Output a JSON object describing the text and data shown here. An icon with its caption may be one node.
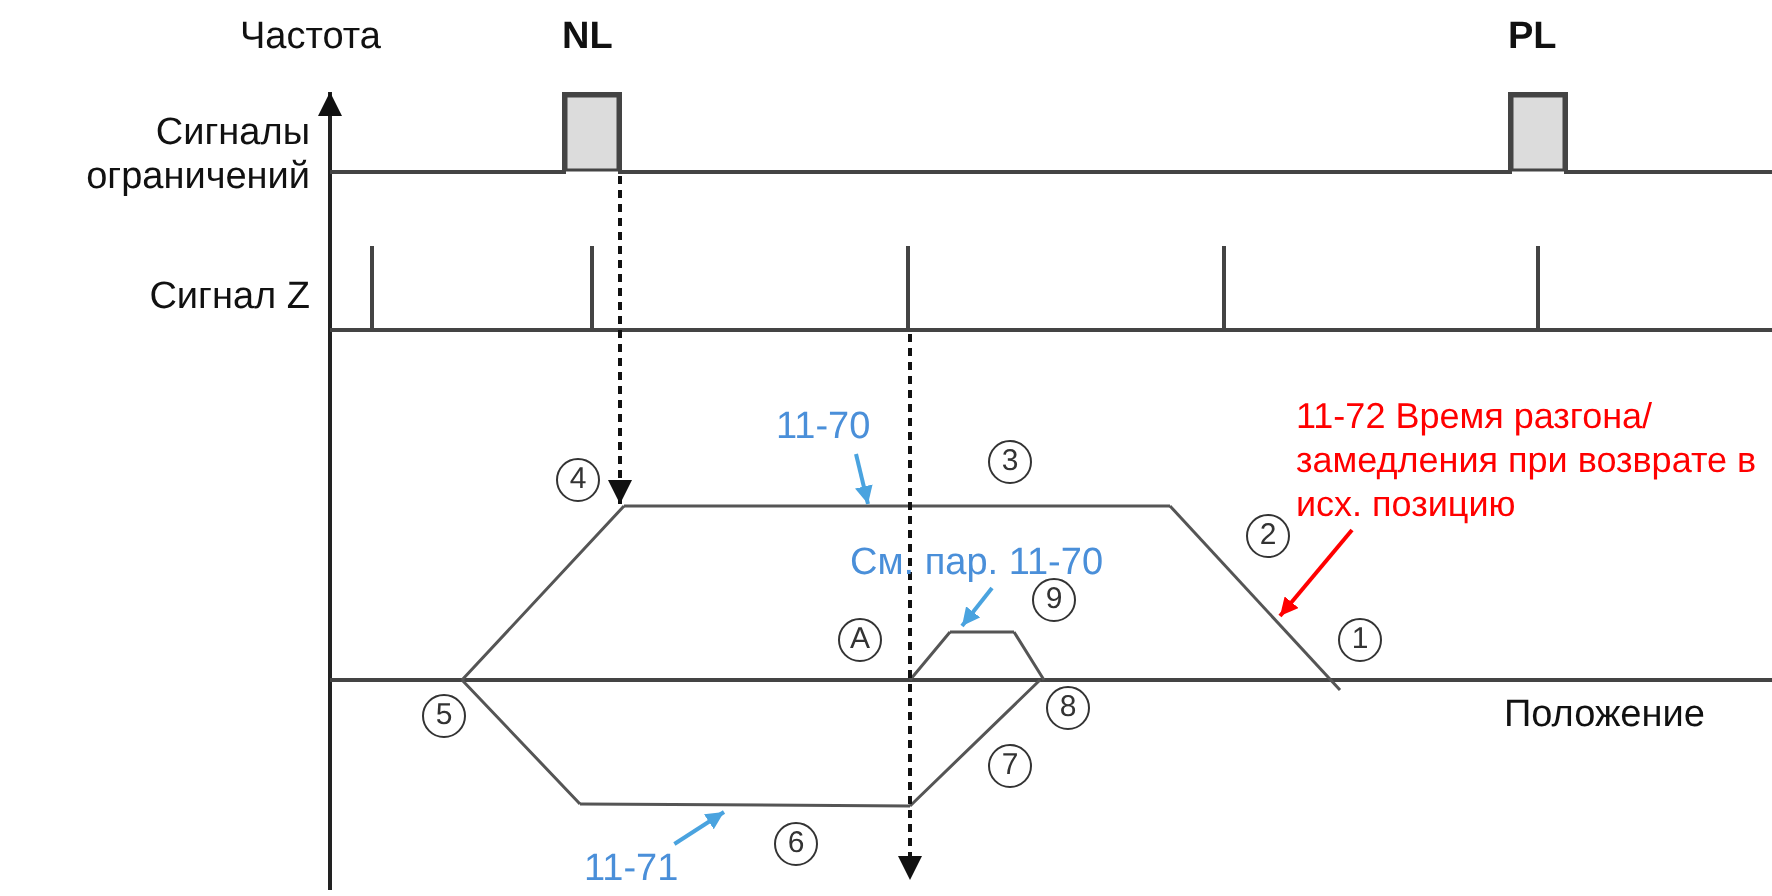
{
  "diagram": {
    "nodes": [
      {
        "text": [
          "11-70"
        ]
      },
      {
        "text": [
          "См. пар. 11-70"
        ]
      },
      {
        "text": [
          "11-72 Время разгона/замедления при возврате в исх. позицию"
        ]
      },
      {
        "text": [
          "11-71"
        ]
      },
      {
        "text": [],
        "shape": "line"
      },
      {
        "text": [],
        "shape": "line"
      },
      {
        "text": [],
        "shape": "line"
      },
      {
        "text": [],
        "shape": "line"
      }
    ],
    "edges": [
      {
        "from": 0,
        "to": 4,
        "arrow": "to"
      },
      {
        "from": 1,
        "to": 5,
        "arrow": "to"
      },
      {
        "from": 2,
        "to": 6,
        "arrow": "to",
        "color": "#ff0000"
      },
      {
        "from": 3,
        "to": 7,
        "arrow": "to"
      }
    ],
    "labels": [
      "Частота",
      "NL",
      "PL",
      "Сигналы ограничений",
      "Сигнал Z",
      "4",
      "3",
      "2",
      "1",
      "9",
      "A",
      "5",
      "8",
      "Положение",
      "7",
      "6"
    ]
  }
}
